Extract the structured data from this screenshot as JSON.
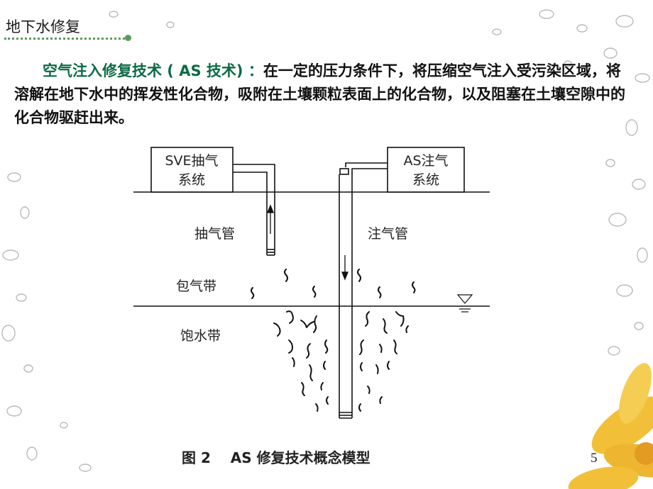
{
  "header": {
    "title": "地下水修复"
  },
  "intro": {
    "term": "空气注入修复技术 ( AS 技术) ：",
    "text": "在一定的压力条件下，将压缩空气注入受污染区域，将溶解在地下水中的挥发性化合物，吸附在土壤颗粒表面上的化合物，以及阻塞在土壤空隙中的化合物驱赶出来。"
  },
  "diagram": {
    "sve_box": [
      "SVE抽气",
      "系统"
    ],
    "as_box": [
      "AS注气",
      "系统"
    ],
    "extract_pipe_label": "抽气管",
    "inject_pipe_label": "注气管",
    "vadose_zone_label": "包气带",
    "saturated_zone_label": "饱水带",
    "caption": "图 2    AS 修复技术概念模型"
  },
  "page_number": "5",
  "colors": {
    "term": "#0d6a46",
    "header_rule": "#5a9a5a",
    "flower": "#f2c038",
    "droplet": "#b9bdbf"
  }
}
